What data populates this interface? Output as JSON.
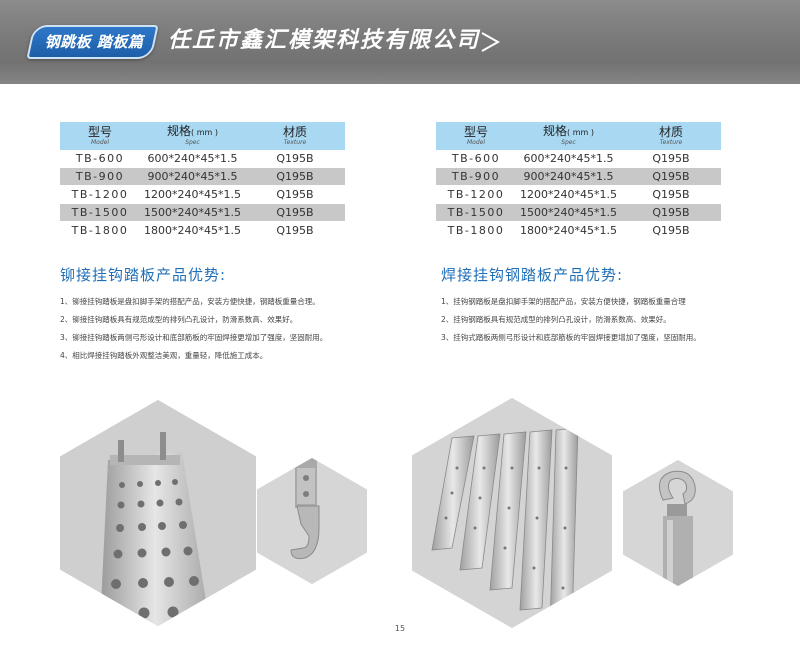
{
  "header": {
    "category_tag": "钢跳板 踏板篇",
    "company_name": "任丘市鑫汇模架科技有限公司"
  },
  "table_headers": {
    "model_cn": "型号",
    "model_en": "Model",
    "spec_cn": "规格",
    "spec_unit": "( mm )",
    "spec_en": "Spec",
    "texture_cn": "材质",
    "texture_en": "Texture"
  },
  "left_table": [
    {
      "model": "TB-600",
      "spec": "600*240*45*1.5",
      "texture": "Q195B"
    },
    {
      "model": "TB-900",
      "spec": "900*240*45*1.5",
      "texture": "Q195B"
    },
    {
      "model": "TB-1200",
      "spec": "1200*240*45*1.5",
      "texture": "Q195B"
    },
    {
      "model": "TB-1500",
      "spec": "1500*240*45*1.5",
      "texture": "Q195B"
    },
    {
      "model": "TB-1800",
      "spec": "1800*240*45*1.5",
      "texture": "Q195B"
    }
  ],
  "right_table": [
    {
      "model": "TB-600",
      "spec": "600*240*45*1.5",
      "texture": "Q195B"
    },
    {
      "model": "TB-900",
      "spec": "900*240*45*1.5",
      "texture": "Q195B"
    },
    {
      "model": "TB-1200",
      "spec": "1200*240*45*1.5",
      "texture": "Q195B"
    },
    {
      "model": "TB-1500",
      "spec": "1500*240*45*1.5",
      "texture": "Q195B"
    },
    {
      "model": "TB-1800",
      "spec": "1800*240*45*1.5",
      "texture": "Q195B"
    }
  ],
  "left_advantages": {
    "title": "铆接挂钩踏板产品优势:",
    "items": [
      "1、铆接挂钩踏板是盘扣脚手架的搭配产品，安装方便快捷，钢踏板重量合理。",
      "2、铆接挂钩踏板具有规范成型的排列凸孔设计，防滑系数高、效果好。",
      "3、铆接挂钩踏板两侧弓形设计和底部筋板的牢固焊接更增加了强度，坚固耐用。",
      "4、相比焊接挂钩踏板外观整洁美观，重量轻，降低施工成本。"
    ]
  },
  "right_advantages": {
    "title": "焊接挂钩钢踏板产品优势:",
    "items": [
      "1、挂钩钢踏板是盘扣脚手架的搭配产品，安装方便快捷，钢踏板重量合理",
      "2、挂钩钢踏板具有规范成型的排列凸孔设计，防滑系数高、效果好。",
      "3、挂钩式踏板两侧弓形设计和底部筋板的牢固焊接更增加了强度，坚固耐用。"
    ]
  },
  "page_number": "15",
  "colors": {
    "header_gray": "#7a7a7a",
    "tag_blue": "#1d5ea8",
    "table_header_blue": "#a9d8f2",
    "row_alt_gray": "#c8c8c8",
    "title_blue": "#1f6fb8"
  }
}
